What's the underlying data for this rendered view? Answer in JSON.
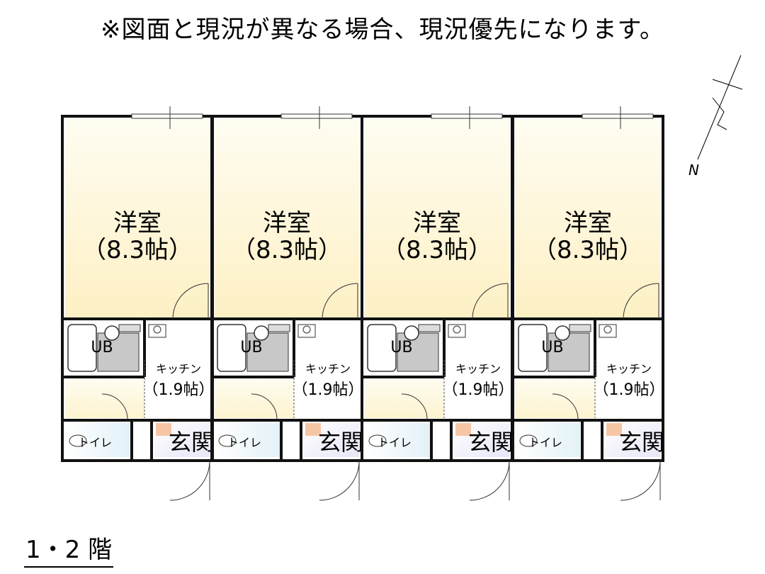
{
  "notice": "※図面と現況が異なる場合、現況優先になります。",
  "floor_label": "1・2 階",
  "compass": {
    "label": "N"
  },
  "units": [
    {
      "main_room": {
        "name": "洋室",
        "size": "（8.3帖）"
      },
      "bath": "UB",
      "kitchen": {
        "name": "キッチン",
        "size": "（1.9帖）"
      },
      "toilet": "トイレ",
      "entrance": "玄関"
    },
    {
      "main_room": {
        "name": "洋室",
        "size": "（8.3帖）"
      },
      "bath": "UB",
      "kitchen": {
        "name": "キッチン",
        "size": "（1.9帖）"
      },
      "toilet": "トイレ",
      "entrance": "玄関"
    },
    {
      "main_room": {
        "name": "洋室",
        "size": "（8.3帖）"
      },
      "bath": "UB",
      "kitchen": {
        "name": "キッチン",
        "size": "（1.9帖）"
      },
      "toilet": "トイレ",
      "entrance": "玄関"
    },
    {
      "main_room": {
        "name": "洋室",
        "size": "（8.3帖）"
      },
      "bath": "UB",
      "kitchen": {
        "name": "キッチン",
        "size": "（1.9帖）"
      },
      "toilet": "トイレ",
      "entrance": "玄関"
    }
  ],
  "colors": {
    "room_fill_light": "#fffdf0",
    "room_fill_warm": "#fdf0c2",
    "toilet_fill": "#eaf5fa",
    "entrance_fill": "#eeeefa",
    "entrance_accent": "#f6c6a4",
    "bath_fill": "#c8c8c8",
    "wall": "#111111"
  }
}
